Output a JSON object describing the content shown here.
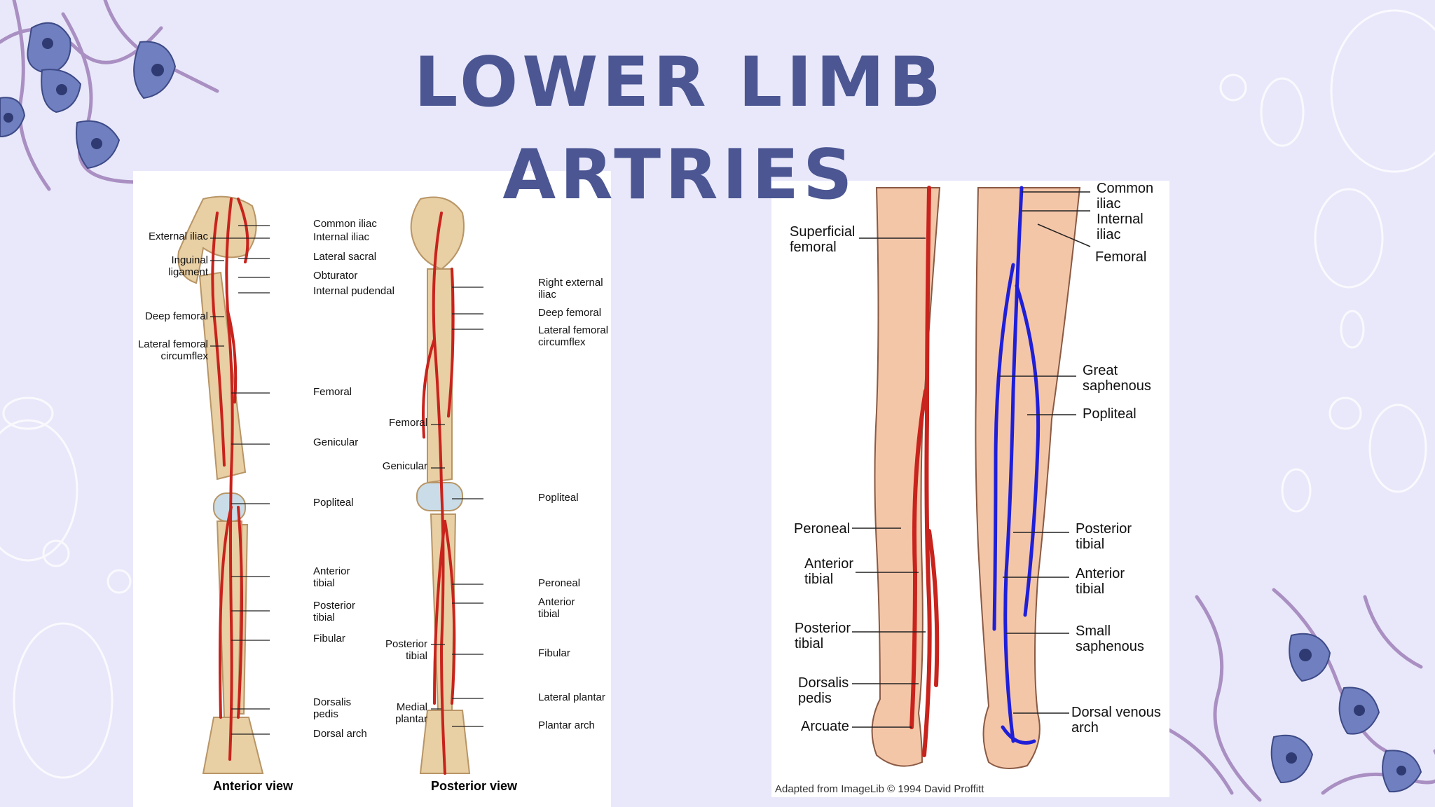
{
  "slide": {
    "title_line1": "LOWER LIMB",
    "title_line2": "ARTRIES"
  },
  "colors": {
    "background": "#e9e8fa",
    "title": "#4b5692",
    "artery": "#c8231c",
    "vein": "#1f1fd8",
    "bone": "#e8cfa4",
    "skin": "#f4c6a8",
    "cell": "#6f7fc0",
    "tendril": "#a98fc2"
  },
  "diagram_left": {
    "anterior_labels_left": [
      "External iliac",
      "Inguinal\nligament",
      "Deep femoral",
      "Lateral femoral\ncircumflex"
    ],
    "anterior_labels_right": [
      "Common iliac",
      "Internal iliac",
      "Lateral sacral",
      "Obturator",
      "Internal pudendal",
      "Femoral",
      "Genicular",
      "Popliteal",
      "Anterior\ntibial",
      "Posterior\ntibial",
      "Fibular",
      "Dorsalis\npedis",
      "Dorsal arch"
    ],
    "posterior_labels_left": [
      "Femoral",
      "Genicular",
      "Posterior\ntibial",
      "Medial\nplantar"
    ],
    "posterior_labels_right": [
      "Right external\niliac",
      "Deep femoral",
      "Lateral femoral\ncircumflex",
      "Popliteal",
      "Peroneal",
      "Anterior\ntibial",
      "Fibular",
      "Lateral plantar",
      "Plantar arch"
    ],
    "caption_anterior": "Anterior view",
    "caption_posterior": "Posterior view"
  },
  "diagram_right": {
    "labels_left": [
      "Superficial\nfemoral",
      "Peroneal",
      "Anterior\ntibial",
      "Posterior\ntibial",
      "Dorsalis\npedis",
      "Arcuate"
    ],
    "labels_right": [
      "Common\niliac",
      "Internal\niliac",
      "Femoral",
      "Great\nsaphenous",
      "Popliteal",
      "Posterior\ntibial",
      "Anterior\ntibial",
      "Small\nsaphenous",
      "Dorsal venous\narch"
    ],
    "credit": "Adapted from ImageLib © 1994 David Proffitt"
  }
}
